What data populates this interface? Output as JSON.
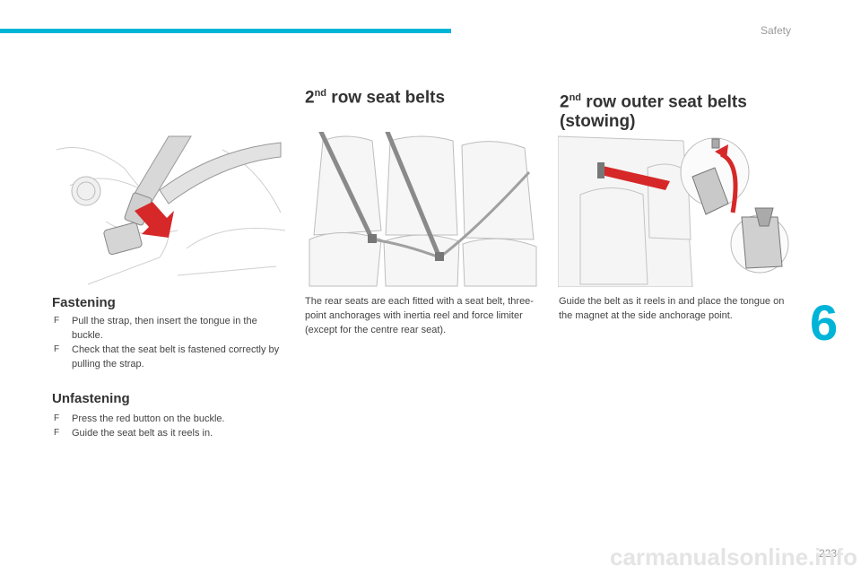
{
  "header": {
    "section": "Safety"
  },
  "chapter_number": "6",
  "page_number": "223",
  "footer_watermark": "carmanualsonline.info",
  "fastening": {
    "heading": "Fastening",
    "steps": [
      "Pull the strap, then insert the tongue in the buckle.",
      "Check that the seat belt is fastened correctly by pulling the strap."
    ]
  },
  "unfastening": {
    "heading": "Unfastening",
    "steps": [
      "Press the red button on the buckle.",
      "Guide the seat belt as it reels in."
    ]
  },
  "second_row": {
    "title_prefix": "2",
    "title_sup": "nd",
    "title_suffix": " row seat belts",
    "text": "The rear seats are each fitted with a seat belt, three-point anchorages with inertia reel and force limiter (except for the centre rear seat)."
  },
  "stowing": {
    "title_prefix": "2",
    "title_sup": "nd",
    "title_suffix": " row outer seat belts",
    "title_line2": "(stowing)",
    "text": "Guide the belt as it reels in and place the tongue on the magnet at the side anchorage point."
  },
  "bullet_marker": "F"
}
